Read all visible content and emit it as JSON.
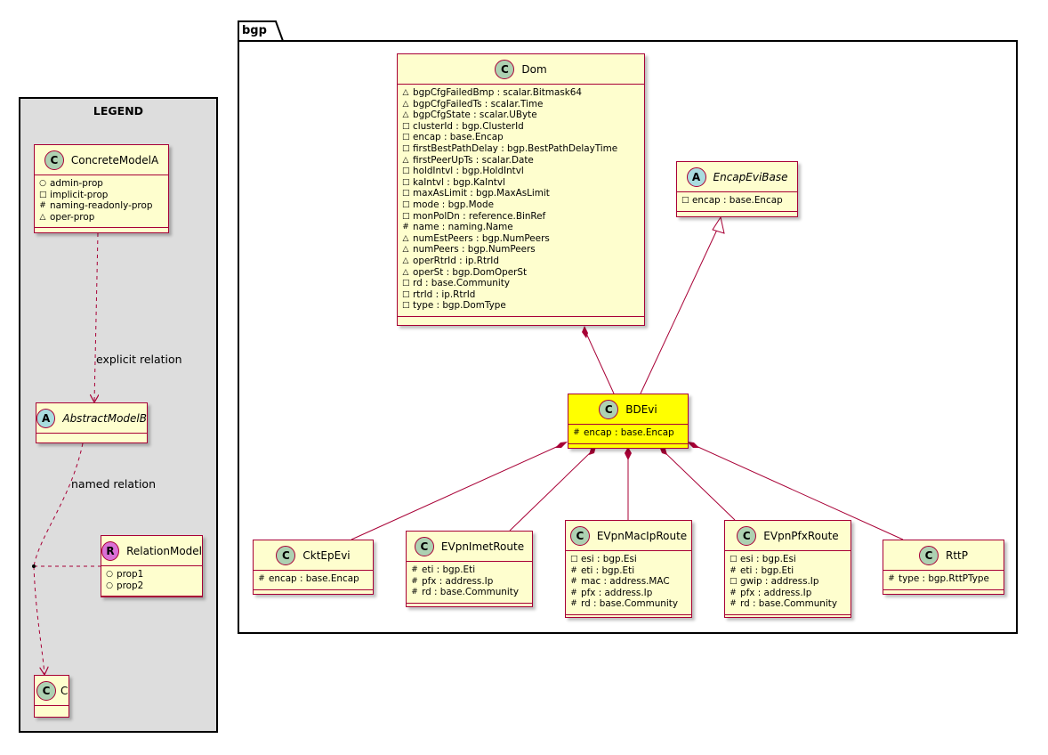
{
  "legend": {
    "title": "LEGEND",
    "concrete_model": {
      "name": "ConcreteModelA",
      "attrs": [
        "admin-prop",
        "implicit-prop",
        "naming-readonly-prop",
        "oper-prop"
      ]
    },
    "abstract_model": {
      "name": "AbstractModelB"
    },
    "relation_model": {
      "name": "RelationModel",
      "attrs": [
        "prop1",
        "prop2"
      ]
    },
    "c_model": {
      "name": "C"
    },
    "explicit_relation_label": "explicit relation",
    "named_relation_label": "named relation"
  },
  "package": {
    "name": "bgp"
  },
  "classes": {
    "dom": {
      "name": "Dom",
      "attrs": [
        "bgpCfgFailedBmp : scalar.Bitmask64",
        "bgpCfgFailedTs : scalar.Time",
        "bgpCfgState : scalar.UByte",
        "clusterId : bgp.ClusterId",
        "encap : base.Encap",
        "firstBestPathDelay : bgp.BestPathDelayTime",
        "firstPeerUpTs : scalar.Date",
        "holdIntvl : bgp.HoldIntvl",
        "kaIntvl : bgp.KaIntvl",
        "maxAsLimit : bgp.MaxAsLimit",
        "mode : bgp.Mode",
        "monPolDn : reference.BinRef",
        "name : naming.Name",
        "numEstPeers : bgp.NumPeers",
        "numPeers : bgp.NumPeers",
        "operRtrId : ip.RtrId",
        "operSt : bgp.DomOperSt",
        "rd : base.Community",
        "rtrId : ip.RtrId",
        "type : bgp.DomType"
      ]
    },
    "encap_evi_base": {
      "name": "EncapEviBase",
      "attrs": [
        "encap : base.Encap"
      ]
    },
    "bd_evi": {
      "name": "BDEvi",
      "attrs": [
        "encap : base.Encap"
      ]
    },
    "ckt_ep_evi": {
      "name": "CktEpEvi",
      "attrs": [
        "encap : base.Encap"
      ]
    },
    "evpn_imet_route": {
      "name": "EVpnImetRoute",
      "attrs": [
        "eti : bgp.Eti",
        "pfx : address.Ip",
        "rd : base.Community"
      ]
    },
    "evpn_mac_ip_route": {
      "name": "EVpnMacIpRoute",
      "attrs": [
        "esi : bgp.Esi",
        "eti : bgp.Eti",
        "mac : address.MAC",
        "pfx : address.Ip",
        "rd : base.Community"
      ]
    },
    "evpn_pfx_route": {
      "name": "EVpnPfxRoute",
      "attrs": [
        "esi : bgp.Esi",
        "eti : bgp.Eti",
        "gwip : address.Ip",
        "pfx : address.Ip",
        "rd : base.Community"
      ]
    },
    "rtt_p": {
      "name": "RttP",
      "attrs": [
        "type : bgp.RttPType"
      ]
    }
  },
  "colors": {
    "class_fill": "#FEFECE",
    "class_border": "#A80036",
    "highlight": "#FFFF00",
    "legend_bg": "#DDDDDD",
    "badge_class": "#ADD1B2",
    "badge_abstract": "#A9DCDF",
    "badge_relation": "#DA70D6"
  }
}
